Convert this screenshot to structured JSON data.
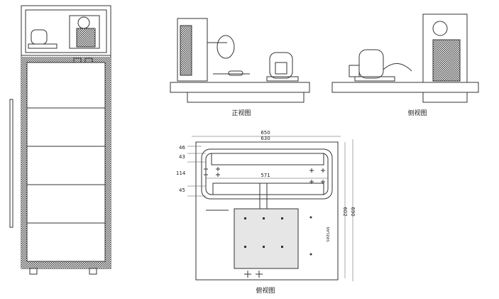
{
  "views": {
    "front_label": "正视图",
    "side_label": "侧视图",
    "top_label": "俯视图"
  },
  "dimensions": {
    "overall_width": "650",
    "inner_width": "630",
    "d46": "46",
    "d43": "43",
    "d114": "114",
    "d571": "571",
    "d45": "45",
    "depth_inner": "602",
    "depth_overall": "690"
  },
  "brand_mark": "SIKELAN"
}
